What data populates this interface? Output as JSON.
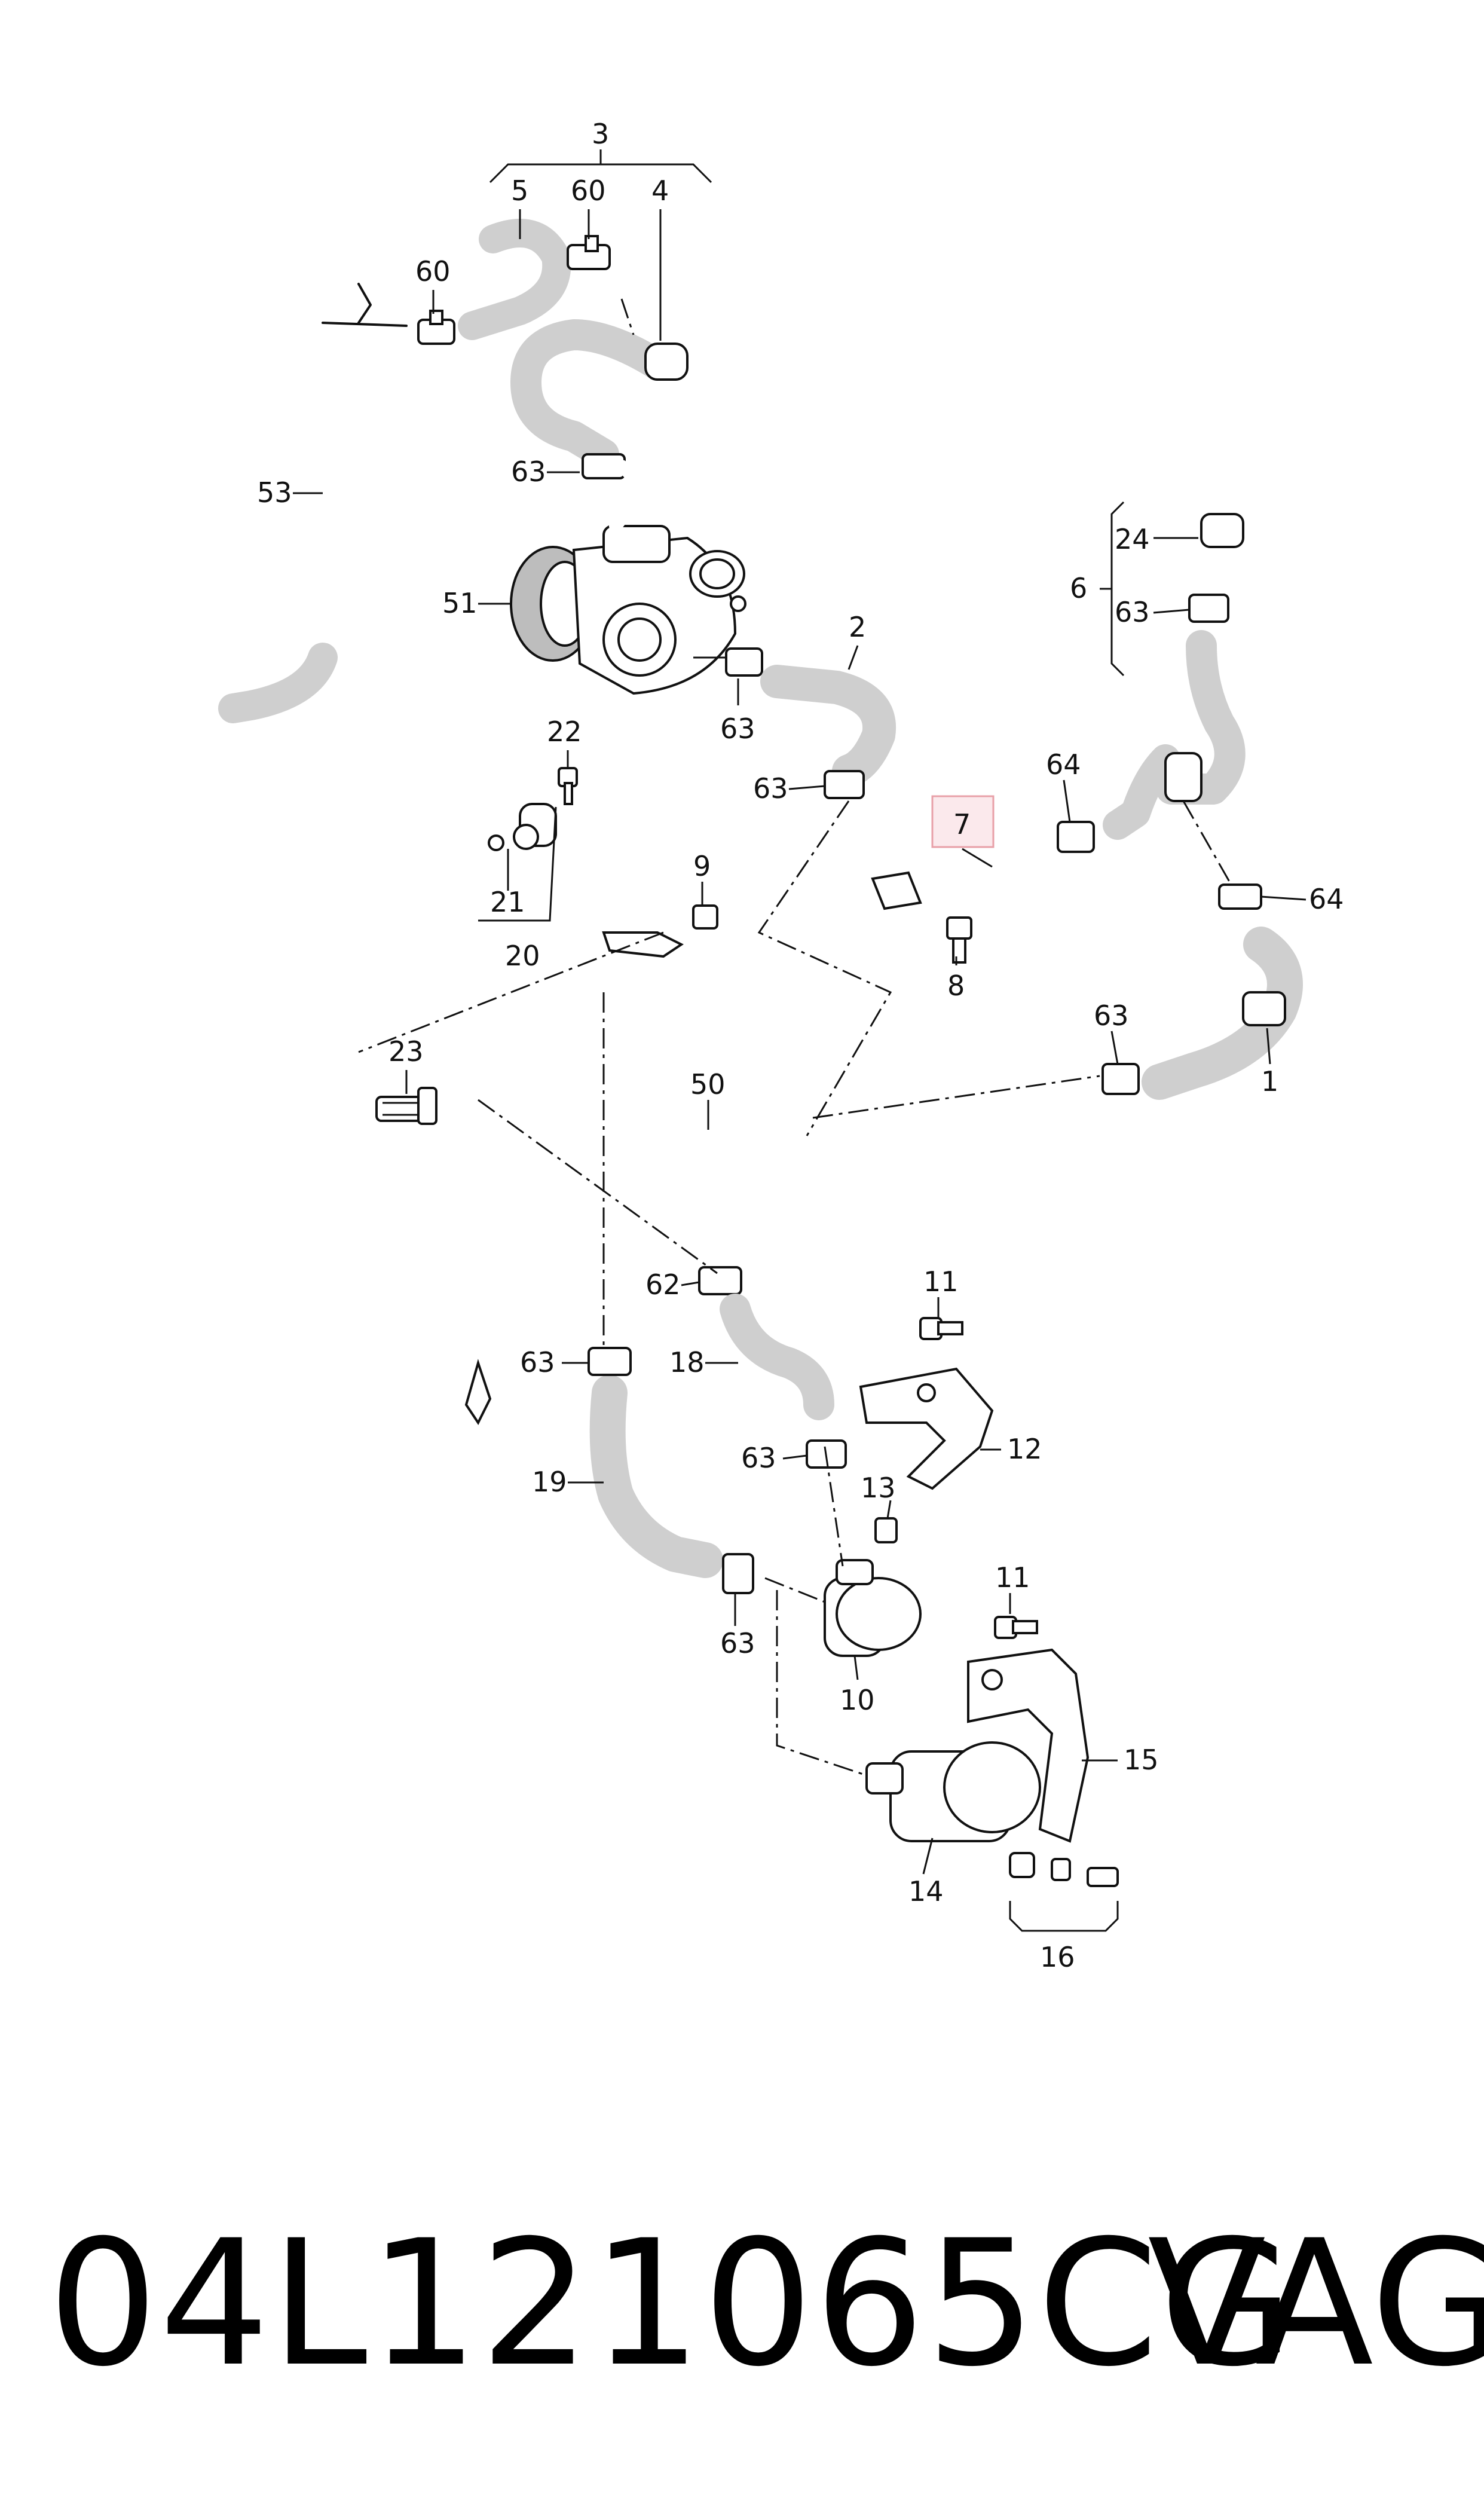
{
  "callouts": {
    "c3": "3",
    "c5": "5",
    "c60a": "60",
    "c4": "4",
    "c60b": "60",
    "c53": "53",
    "c63a": "63",
    "c51": "51",
    "c2": "2",
    "c63b": "63",
    "c22": "22",
    "c63c": "63",
    "c21": "21",
    "c20": "20",
    "c9": "9",
    "c23": "23",
    "c7": "7",
    "c8": "8",
    "c64a": "64",
    "c24": "24",
    "c6": "6",
    "c63d": "63",
    "c64b": "64",
    "c63e": "63",
    "c1": "1",
    "c50": "50",
    "c62": "62",
    "c11a": "11",
    "c18": "18",
    "c63f": "63",
    "c12": "12",
    "c13": "13",
    "c19": "19",
    "c63g": "63",
    "c10": "10",
    "c11b": "11",
    "c15": "15",
    "c14": "14",
    "c16": "16"
  },
  "highlight": {
    "label": "7",
    "color": "#e8a0a8"
  },
  "caption": {
    "part_number": "04L121065CG",
    "brand": "VAG"
  }
}
